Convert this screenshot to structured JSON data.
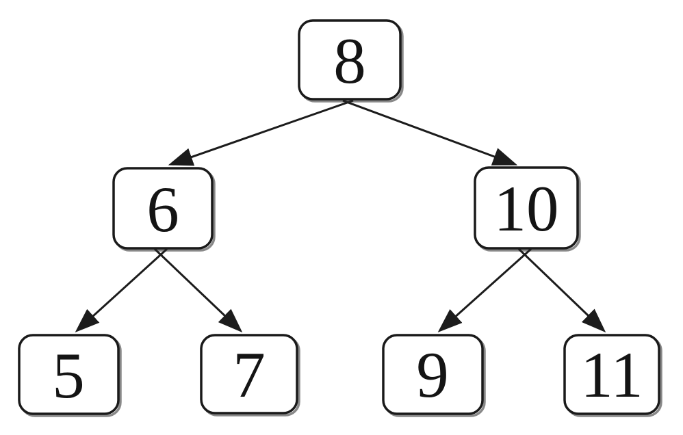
{
  "diagram": {
    "type": "binary-tree",
    "nodes": [
      {
        "id": "8",
        "label": "8",
        "level": 0
      },
      {
        "id": "6",
        "label": "6",
        "level": 1
      },
      {
        "id": "10",
        "label": "10",
        "level": 1
      },
      {
        "id": "5",
        "label": "5",
        "level": 2
      },
      {
        "id": "7",
        "label": "7",
        "level": 2
      },
      {
        "id": "9",
        "label": "9",
        "level": 2
      },
      {
        "id": "11",
        "label": "11",
        "level": 2
      }
    ],
    "edges": [
      {
        "from": "8",
        "to": "6"
      },
      {
        "from": "8",
        "to": "10"
      },
      {
        "from": "6",
        "to": "5"
      },
      {
        "from": "6",
        "to": "7"
      },
      {
        "from": "10",
        "to": "9"
      },
      {
        "from": "10",
        "to": "11"
      }
    ],
    "colors": {
      "background": "#ffffff",
      "node_fill": "#ffffff",
      "node_stroke": "#1a1a1a",
      "edge": "#1c1c1c",
      "text": "#141414"
    }
  }
}
